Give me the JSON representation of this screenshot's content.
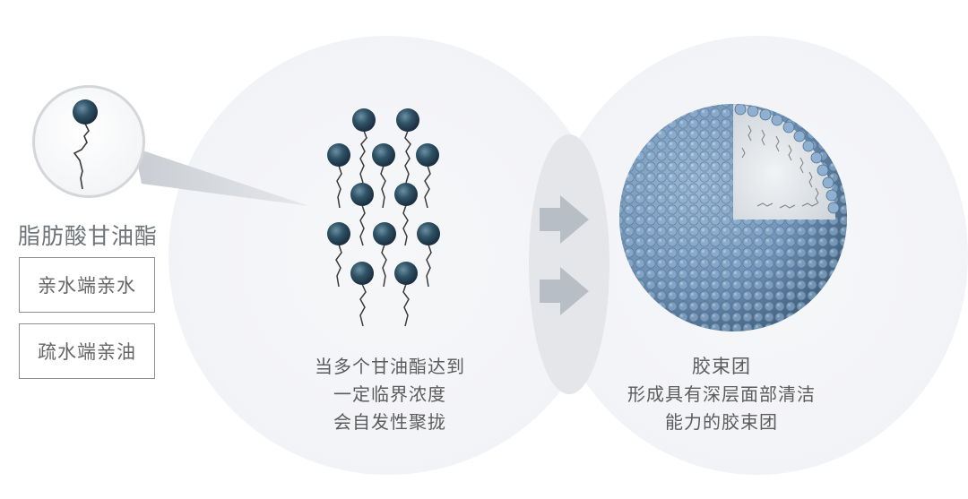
{
  "diagram": {
    "type": "process-flow",
    "topic": "Glyceride micelle formation",
    "left_panel": {
      "title": "脂肪酸甘油酯",
      "legend_boxes": [
        {
          "label": "亲水端亲水"
        },
        {
          "label": "疏水端亲油"
        }
      ],
      "illustration": "single-lipid-molecule"
    },
    "middle_panel": {
      "caption_lines": [
        "当多个甘油酯达到",
        "一定临界浓度",
        "会自发性聚拢"
      ],
      "illustration": "aggregating-lipid-molecules",
      "molecule_count": 12
    },
    "transition": {
      "arrows": 2,
      "direction": "right"
    },
    "right_panel": {
      "title": "胶束团",
      "caption_lines": [
        "形成具有深层面部清洁",
        "能力的胶束团"
      ],
      "illustration": "micelle-sphere-cutaway"
    },
    "colors": {
      "molecule_head": "#2f4f62",
      "molecule_tail": "#3a3a3a",
      "micelle_bead": "#7fa3c6",
      "arrow": "#b7bec6",
      "background_circle": "#f3f4f7",
      "text": "#5c5c5c"
    }
  }
}
